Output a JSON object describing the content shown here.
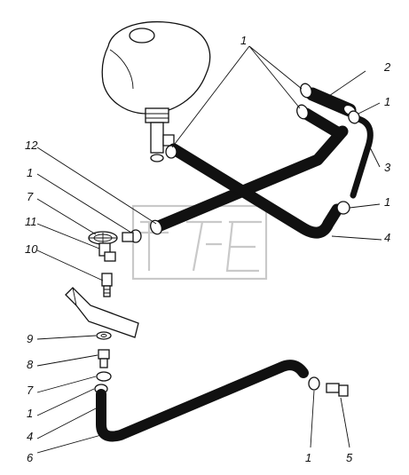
{
  "callouts": {
    "c1_top": "1",
    "c2": "2",
    "c1_right": "1",
    "c3": "3",
    "c1_mid_right": "1",
    "c4_right": "4",
    "c12": "12",
    "c1_left": "1",
    "c7_upper": "7",
    "c11": "11",
    "c10": "10",
    "c9": "9",
    "c8": "8",
    "c7_lower": "7",
    "c1_lower_left": "1",
    "c4_lower": "4",
    "c6": "6",
    "c1_bottom": "1",
    "c5": "5"
  }
}
